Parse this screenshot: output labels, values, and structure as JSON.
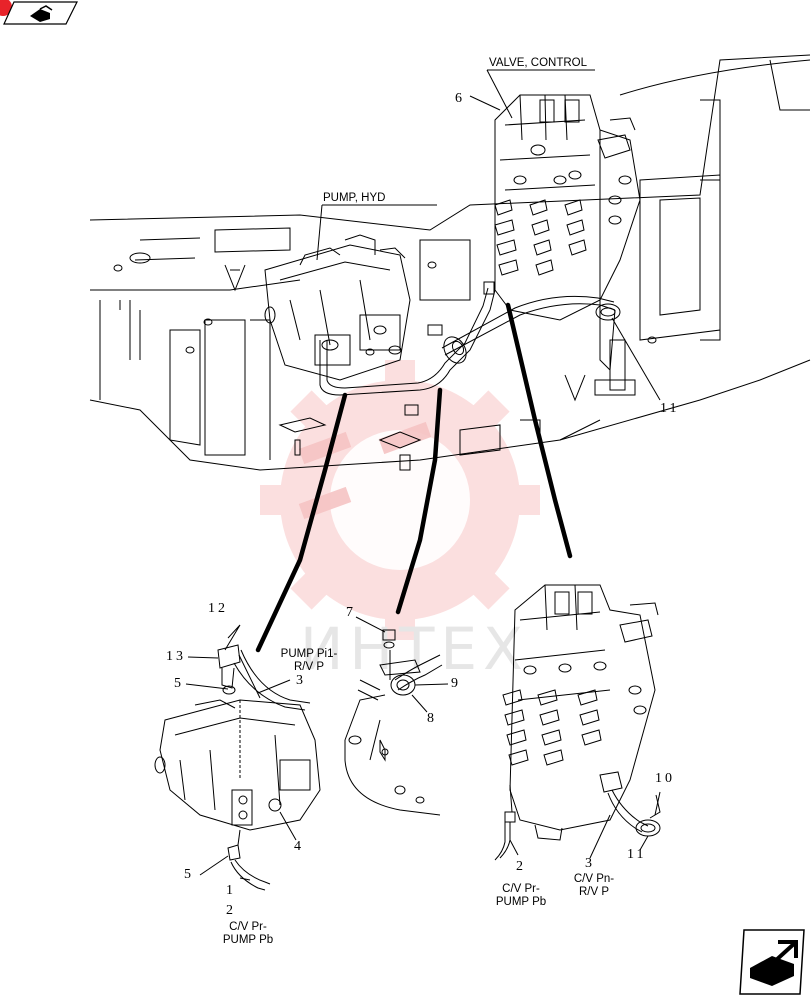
{
  "watermark": {
    "text": "ИНТЕХ"
  },
  "callouts": {
    "valve_control": "VALVE, CONTROL",
    "pump_hyd": "PUMP, HYD",
    "pump_pi1_line1": "PUMP Pi1-",
    "pump_pi1_line2": "R/V P",
    "cv_pr_left_line1": "C/V Pr-",
    "cv_pr_left_line2": "PUMP Pb",
    "cv_pr_right_line1": "C/V Pr-",
    "cv_pr_right_line2": "PUMP Pb",
    "cv_pn_line1": "C/V Pn-",
    "cv_pn_line2": "R/V P"
  },
  "part_numbers": {
    "p6": "6",
    "p11_top": "11",
    "p12": "12",
    "p13": "13",
    "p5_top": "5",
    "p3_left": "3",
    "p4": "4",
    "p5_bottom": "5",
    "p1": "1",
    "p2_left": "2",
    "p7": "7",
    "p9": "9",
    "p8": "8",
    "p10": "10",
    "p3_right": "3",
    "p11_bottom": "11",
    "p2_right": "2"
  },
  "icons": {
    "top_left": "previous-page-icon",
    "bottom_right": "next-page-icon"
  }
}
